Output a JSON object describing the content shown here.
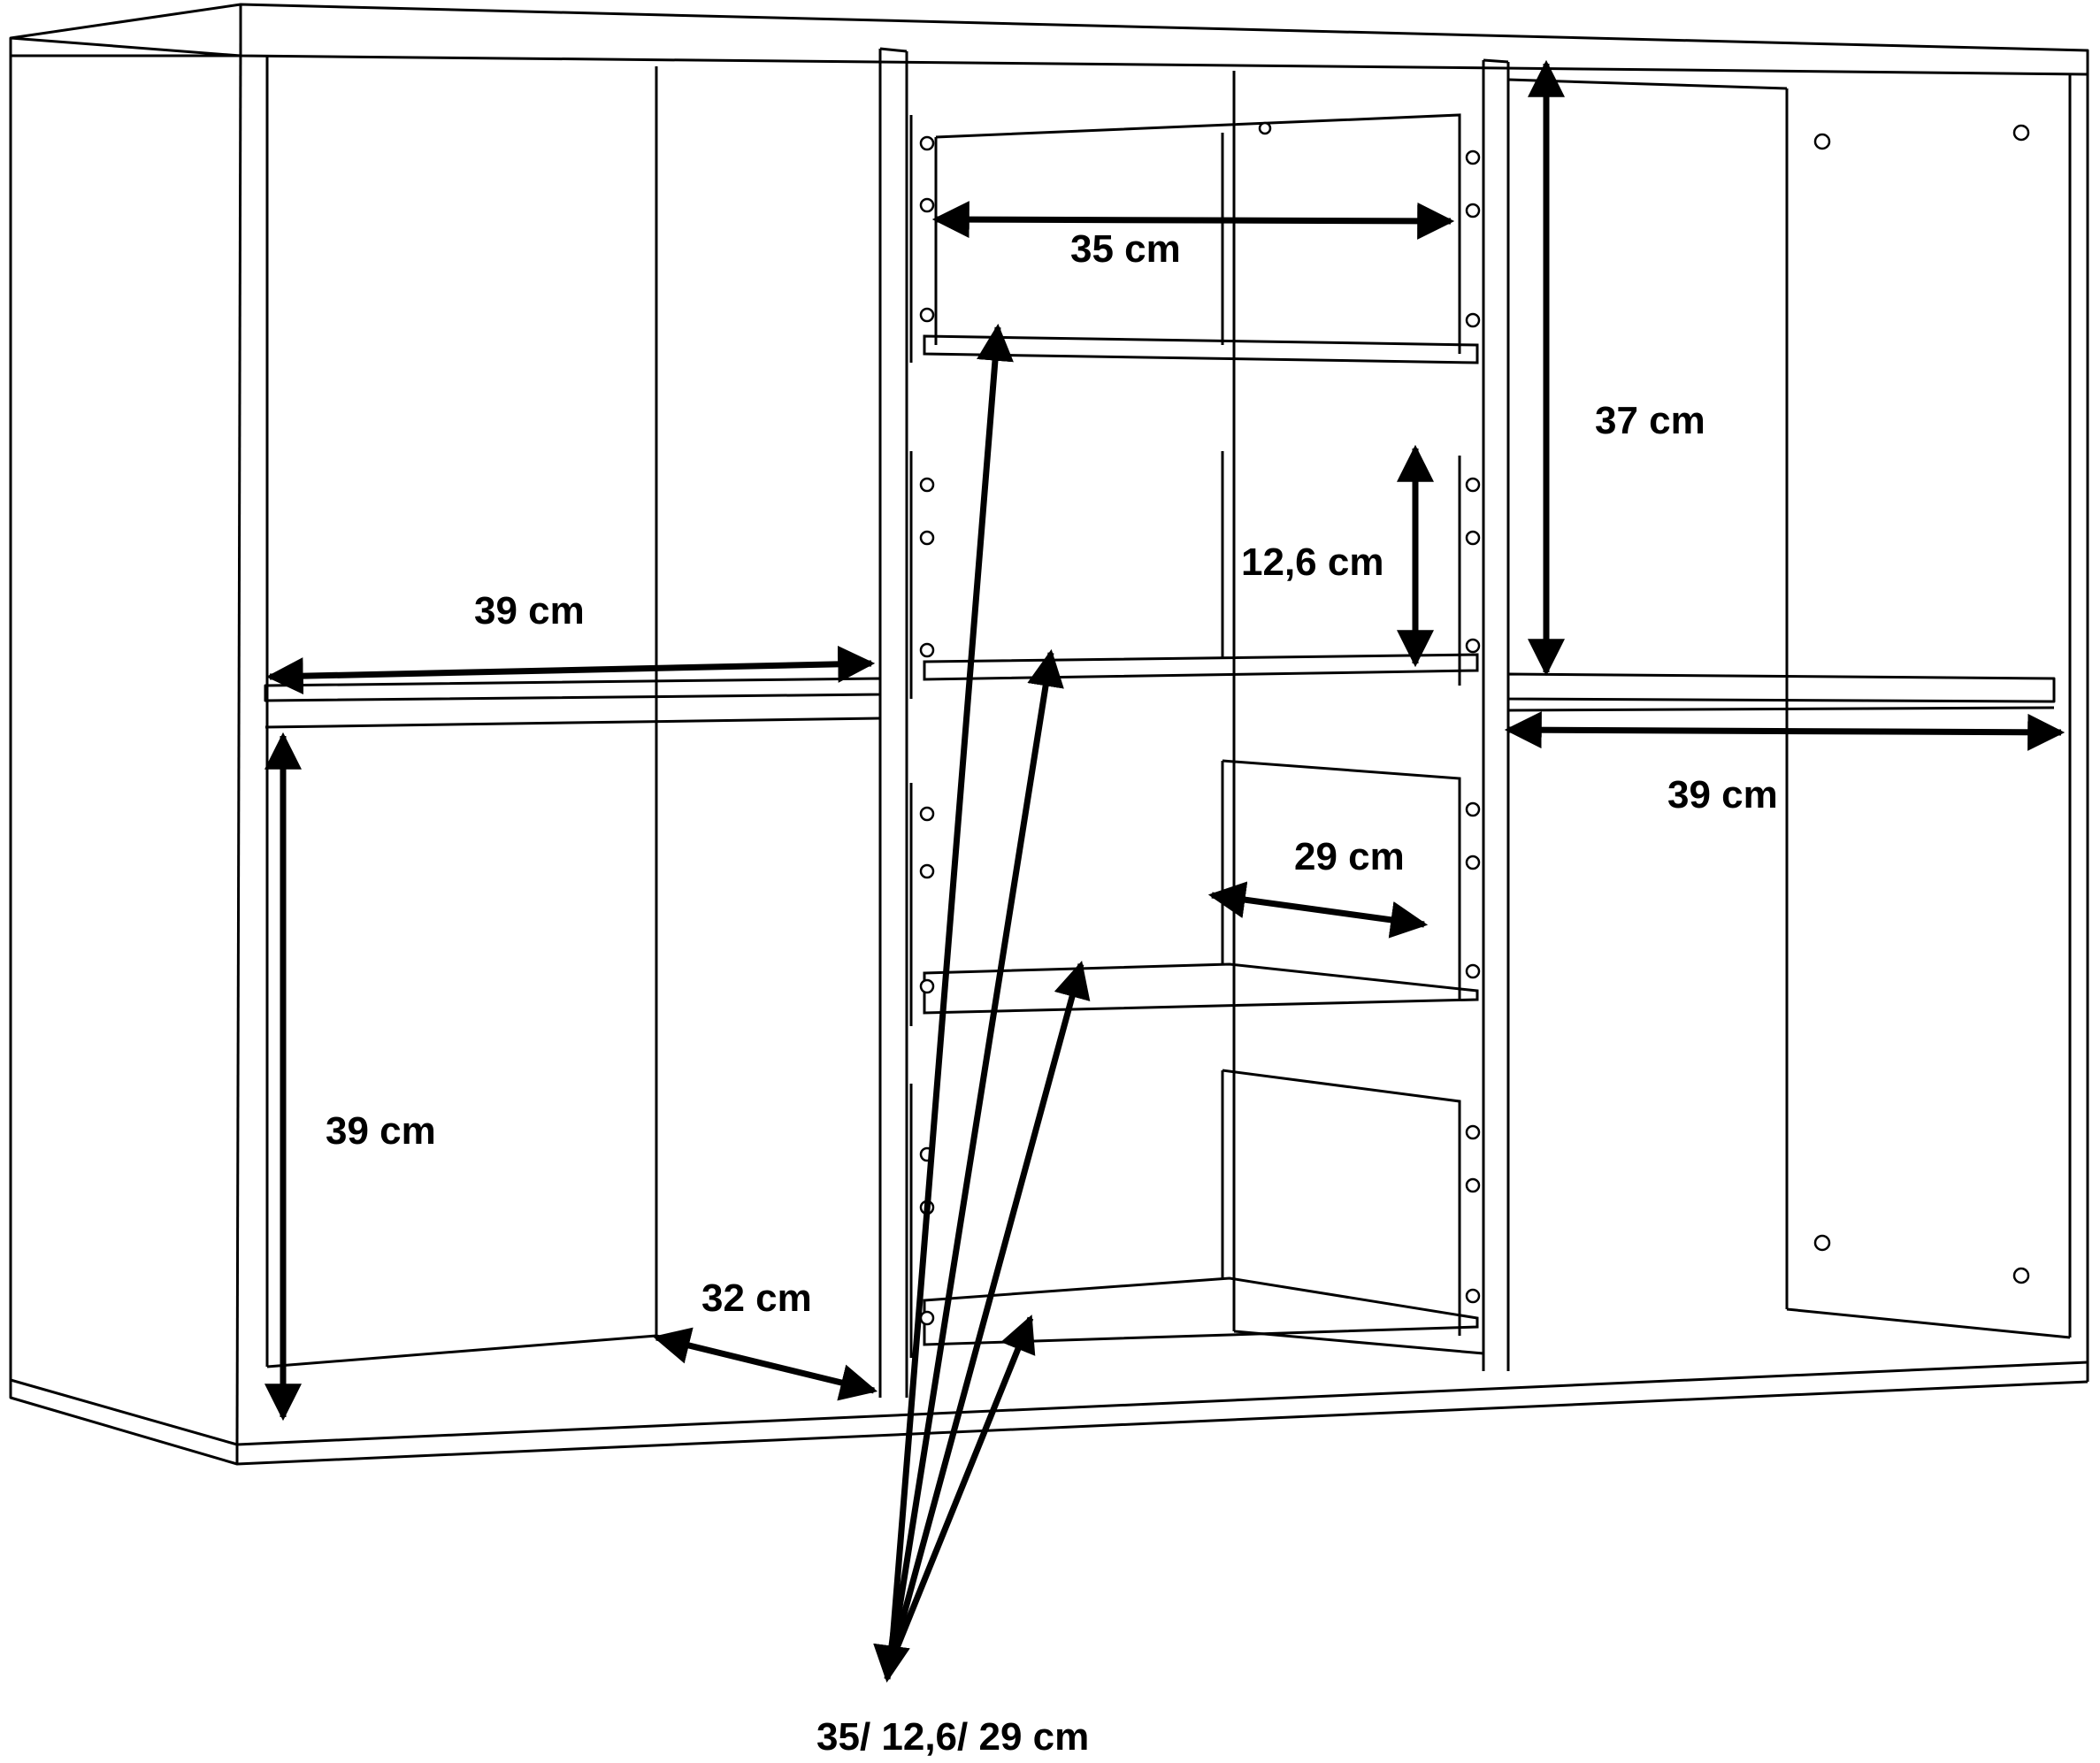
{
  "diagram": {
    "subject": "cabinet-dimension-drawing",
    "labels": {
      "drawer_width": "35 cm",
      "right_height": "37 cm",
      "drawer_height": "12,6 cm",
      "left_width": "39 cm",
      "right_width": "39 cm",
      "drawer_depth": "29 cm",
      "left_height": "39 cm",
      "left_depth": "32 cm",
      "drawer_summary": "35/ 12,6/ 29 cm"
    },
    "line_color": "#000000",
    "background": "#ffffff"
  }
}
